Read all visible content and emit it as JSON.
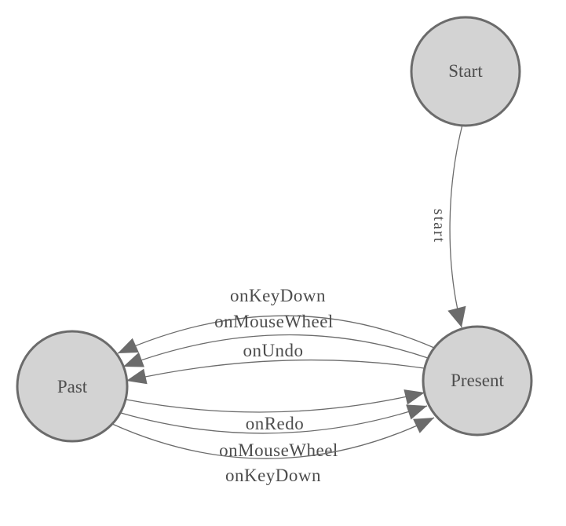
{
  "diagram": {
    "type": "state-machine",
    "colors": {
      "background": "#ffffff",
      "node_fill": "#d3d3d3",
      "node_stroke": "#6b6b6b",
      "edge_color": "#6b6b6b",
      "label_color": "#4d4d4d"
    },
    "nodes": [
      {
        "id": "start",
        "label": "Start"
      },
      {
        "id": "past",
        "label": "Past"
      },
      {
        "id": "present",
        "label": "Present"
      }
    ],
    "edges": [
      {
        "from": "Start",
        "to": "Present",
        "label": "start"
      },
      {
        "from": "Present",
        "to": "Past",
        "label": "onKeyDown"
      },
      {
        "from": "Present",
        "to": "Past",
        "label": "onMouseWheel"
      },
      {
        "from": "Present",
        "to": "Past",
        "label": "onUndo"
      },
      {
        "from": "Past",
        "to": "Present",
        "label": "onRedo"
      },
      {
        "from": "Past",
        "to": "Present",
        "label": "onMouseWheel"
      },
      {
        "from": "Past",
        "to": "Present",
        "label": "onKeyDown"
      }
    ]
  }
}
